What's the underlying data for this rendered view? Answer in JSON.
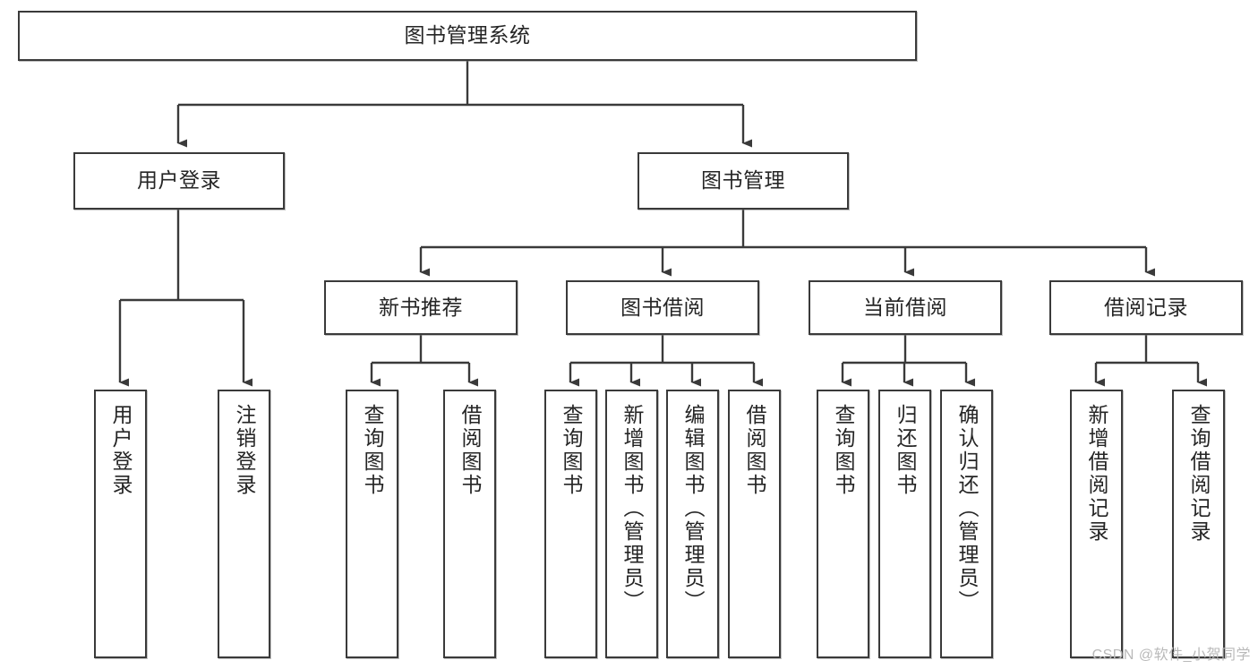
{
  "diagram": {
    "title": "图书管理系统",
    "type": "tree",
    "root": {
      "id": "root",
      "label": "图书管理系统"
    },
    "level2": [
      {
        "id": "user-login",
        "label": "用户登录"
      },
      {
        "id": "book-management",
        "label": "图书管理"
      }
    ],
    "level3": [
      {
        "id": "new-book-recommend",
        "label": "新书推荐",
        "parent": "book-management"
      },
      {
        "id": "book-borrow",
        "label": "图书借阅",
        "parent": "book-management"
      },
      {
        "id": "current-borrow",
        "label": "当前借阅",
        "parent": "book-management"
      },
      {
        "id": "borrow-record",
        "label": "借阅记录",
        "parent": "book-management"
      }
    ],
    "leaves": [
      {
        "id": "leaf-user-login",
        "label": "用户登录",
        "parent": "user-login"
      },
      {
        "id": "leaf-user-logout",
        "label": "注销登录",
        "parent": "user-login"
      },
      {
        "id": "leaf-query-book-1",
        "label": "查询图书",
        "parent": "new-book-recommend"
      },
      {
        "id": "leaf-borrow-book-1",
        "label": "借阅图书",
        "parent": "new-book-recommend"
      },
      {
        "id": "leaf-query-book-2",
        "label": "查询图书",
        "parent": "book-borrow"
      },
      {
        "id": "leaf-add-book",
        "label": "新增图书（管理员）",
        "parent": "book-borrow"
      },
      {
        "id": "leaf-edit-book",
        "label": "编辑图书（管理员）",
        "parent": "book-borrow"
      },
      {
        "id": "leaf-borrow-book-2",
        "label": "借阅图书",
        "parent": "book-borrow"
      },
      {
        "id": "leaf-query-book-3",
        "label": "查询图书",
        "parent": "current-borrow"
      },
      {
        "id": "leaf-return-book",
        "label": "归还图书",
        "parent": "current-borrow"
      },
      {
        "id": "leaf-confirm-return",
        "label": "确认归还（管理员）",
        "parent": "current-borrow"
      },
      {
        "id": "leaf-add-record",
        "label": "新增借阅记录",
        "parent": "borrow-record"
      },
      {
        "id": "leaf-query-record",
        "label": "查询借阅记录",
        "parent": "borrow-record"
      }
    ]
  },
  "watermark": {
    "text": "CSDN @软件_小贺同学"
  },
  "colors": {
    "box_border": "#3a3a3a",
    "box_fill": "#ffffff",
    "text": "#252525",
    "connector": "#3a3a3a",
    "background": "#ffffff",
    "watermark": "#b9b9b9"
  }
}
